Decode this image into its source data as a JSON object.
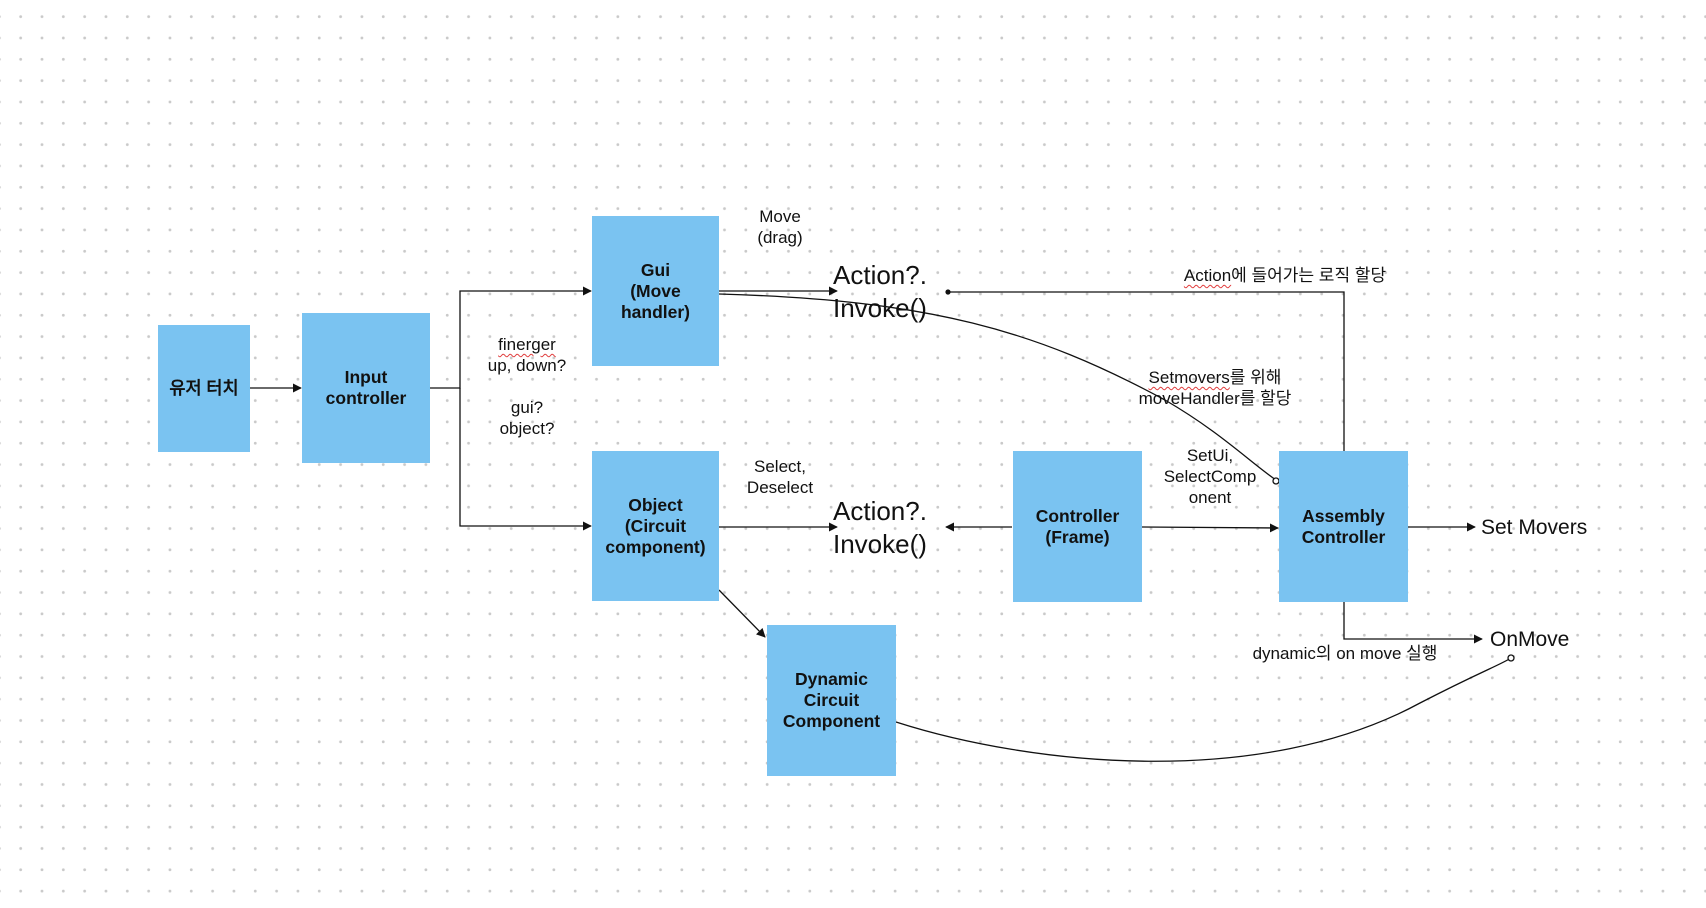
{
  "nodes": {
    "user_touch": "유저 터치",
    "input_controller": "Input\ncontroller",
    "gui": "Gui\n(Move\nhandler)",
    "object": "Object\n(Circuit\ncomponent)",
    "dynamic": "Dynamic\nCircuit\nComponent",
    "controller_frame": "Controller\n(Frame)",
    "assembly": "Assembly\nController"
  },
  "labels": {
    "finger_prefix": "finerger",
    "finger_rest": "\nup, down?\n\ngui?\nobject?",
    "move_drag": "Move\n(drag)",
    "action_top": "Action?.\nInvoke()",
    "action_bottom": "Action?.\nInvoke()",
    "select_deselect": "Select,\nDeselect",
    "action_logic_prefix": "Action",
    "action_logic_rest": "에 들어가는 로직 할당",
    "setmovers_prefix": "Setmovers",
    "setmovers_rest": "를 위해\nmoveHandler를 할당",
    "setui": "SetUi,\nSelectComp\nonent",
    "set_movers": "Set Movers",
    "onmove": "OnMove",
    "dynamic_onmove": "dynamic의 on move 실행"
  },
  "colors": {
    "box_fill": "#7ac3f1",
    "line": "#111111",
    "spellcheck_underline": "#e03c3c"
  }
}
